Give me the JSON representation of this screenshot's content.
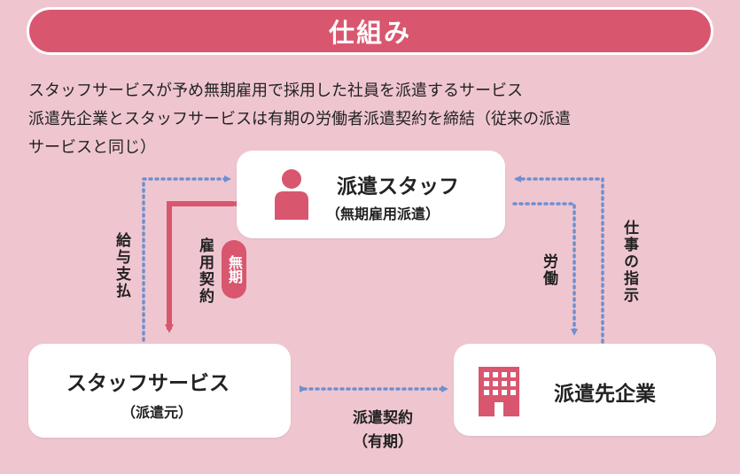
{
  "title": "仕組み",
  "description": {
    "line1": "スタッフサービスが予め無期雇用で採用した社員を派遣するサービス",
    "line2": "派遣先企業とスタッフサービスは有期の労働者派遣契約を締結（従来の派遣",
    "line3": "サービスと同じ）"
  },
  "nodes": {
    "staff": {
      "title": "派遣スタッフ",
      "subtitle": "（無期雇用派遣）",
      "icon": "person-icon"
    },
    "agency": {
      "title": "スタッフサービス",
      "subtitle": "（派遣元）"
    },
    "client": {
      "title": "派遣先企業",
      "icon": "building-icon"
    }
  },
  "labels": {
    "salary": "給与支払",
    "employment_contract": "雇用契約",
    "indefinite_badge": "無期",
    "labor": "労働",
    "work_instruction": "仕事の指示",
    "dispatch_contract": "派遣契約",
    "fixed_term": "（有期）"
  },
  "colors": {
    "background": "#efc6d0",
    "accent": "#d9566f",
    "dotted_arrow": "#6f8fd0"
  }
}
